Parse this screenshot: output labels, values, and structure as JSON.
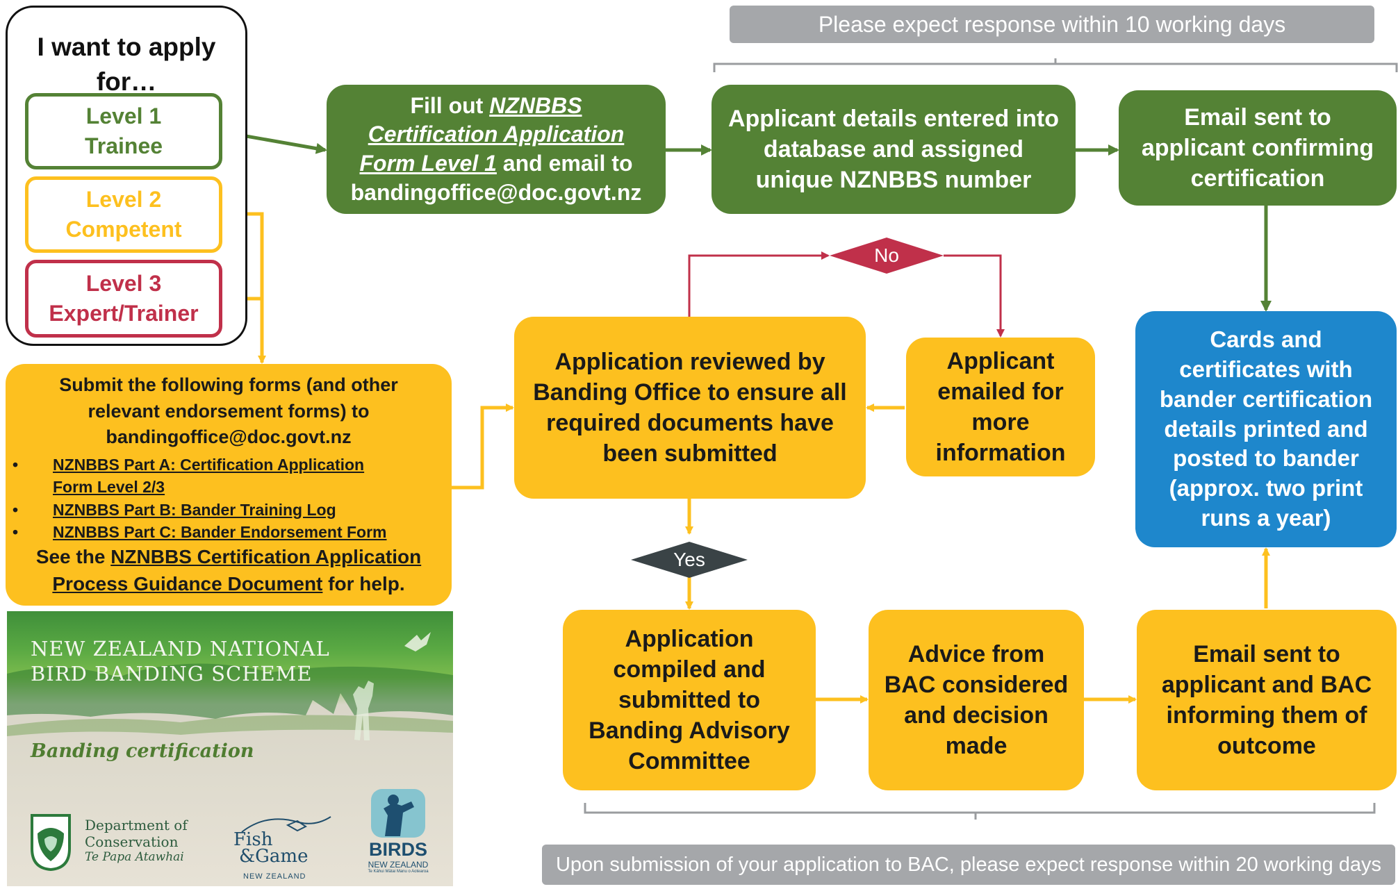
{
  "colors": {
    "green": "#548235",
    "yellow": "#fdc01f",
    "red": "#c0304a",
    "blue": "#1e87cc",
    "gray": "#a5a7aa",
    "dark": "#3a4346"
  },
  "top_banner": "Please expect response within 10 working days",
  "bottom_banner": "Upon submission of your application to BAC, please expect response within 20 working days",
  "apply": {
    "title_line1": "I want to apply",
    "title_line2": "for…",
    "level1": {
      "line1": "Level 1",
      "line2": "Trainee"
    },
    "level2": {
      "line1": "Level 2",
      "line2": "Competent"
    },
    "level3": {
      "line1": "Level 3",
      "line2": "Expert/Trainer"
    }
  },
  "fill_out": {
    "prefix": "Fill out ",
    "form_line1": "NZNBBS",
    "form_line2": "Certification Application",
    "form_line3": "Form Level 1",
    "suffix": " and email to",
    "email": "bandingoffice@doc.govt.nz"
  },
  "entered": {
    "line1": "Applicant details entered into",
    "line2": "database and assigned",
    "line3": "unique NZNBBS number"
  },
  "email_confirm": {
    "line1": "Email sent to",
    "line2": "applicant confirming",
    "line3": "certification"
  },
  "submit_forms": {
    "line1": "Submit the following forms (and other",
    "line2": "relevant endorsement forms) to",
    "email": "bandingoffice@doc.govt.nz",
    "form_a_line1": "NZNBBS Part A: Certification Application",
    "form_a_line2": "Form Level 2/3",
    "form_b": "NZNBBS Part B: Bander Training Log",
    "form_c": "NZNBBS Part C: Bander Endorsement Form",
    "see_the": "See the ",
    "guidance_line1": "NZNBBS Certification Application",
    "guidance_line2": "Process Guidance Document",
    "for_help": " for help."
  },
  "reviewed": {
    "line1": "Application reviewed by",
    "line2": "Banding Office to ensure all",
    "line3": "required documents have",
    "line4": "been submitted"
  },
  "more_info": {
    "line1": "Applicant",
    "line2": "emailed for",
    "line3": "more",
    "line4": "information"
  },
  "decision_no": "No",
  "decision_yes": "Yes",
  "cards": {
    "line1": "Cards and",
    "line2": "certificates with",
    "line3": "bander certification",
    "line4": "details printed and",
    "line5": "posted to bander",
    "line6": "(approx. two print",
    "line7": "runs a year)"
  },
  "compiled": {
    "line1": "Application",
    "line2": "compiled and",
    "line3": "submitted to",
    "line4": "Banding Advisory",
    "line5": "Committee"
  },
  "advice": {
    "line1": "Advice from",
    "line2": "BAC considered",
    "line3": "and decision",
    "line4": "made"
  },
  "outcome": {
    "line1": "Email sent to",
    "line2": "applicant and BAC",
    "line3": "informing them of",
    "line4": "outcome"
  },
  "promo": {
    "title_line1": "NEW ZEALAND NATIONAL",
    "title_line2": "BIRD BANDING SCHEME",
    "subtitle": "Banding certification",
    "doc_line1": "Department of",
    "doc_line2": "Conservation",
    "doc_line3": "Te Papa Atawhai",
    "fg_line1": "Fish",
    "fg_line2": "&Game",
    "fg_line3": "NEW ZEALAND",
    "birds_line1": "BIRDS",
    "birds_line2": "NEW ZEALAND",
    "birds_line3": "Te Kāhui Mātai Manu o Aotearoa"
  }
}
